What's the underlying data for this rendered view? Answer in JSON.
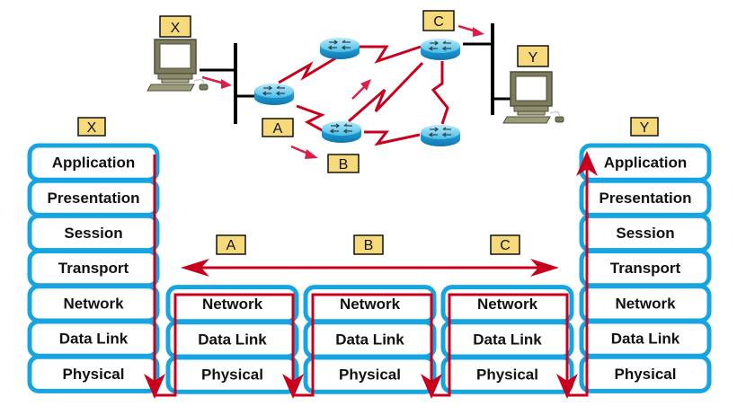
{
  "topology": {
    "hosts": [
      {
        "id": "host-x",
        "label": "X"
      },
      {
        "id": "host-y",
        "label": "Y"
      }
    ],
    "routers": [
      {
        "id": "router-a",
        "label": "A"
      },
      {
        "id": "router-top"
      },
      {
        "id": "router-b",
        "label": "B"
      },
      {
        "id": "router-c",
        "label": "C"
      },
      {
        "id": "router-bottom-right"
      }
    ],
    "labels": {
      "x": "X",
      "y": "Y",
      "a": "A",
      "b": "B",
      "c": "C"
    }
  },
  "stacks": {
    "host_x": {
      "label": "X",
      "layers": [
        "Application",
        "Presentation",
        "Session",
        "Transport",
        "Network",
        "Data Link",
        "Physical"
      ]
    },
    "router_a": {
      "label": "A",
      "layers": [
        "Network",
        "Data Link",
        "Physical"
      ]
    },
    "router_b": {
      "label": "B",
      "layers": [
        "Network",
        "Data Link",
        "Physical"
      ]
    },
    "router_c": {
      "label": "C",
      "layers": [
        "Network",
        "Data Link",
        "Physical"
      ]
    },
    "host_y": {
      "label": "Y",
      "layers": [
        "Application",
        "Presentation",
        "Session",
        "Transport",
        "Network",
        "Data Link",
        "Physical"
      ]
    }
  },
  "colors": {
    "cell_border": "#16a5e0",
    "path": "#c8001e",
    "tag_fill": "#f5d97a",
    "router_fill": "#3bb6e6"
  }
}
